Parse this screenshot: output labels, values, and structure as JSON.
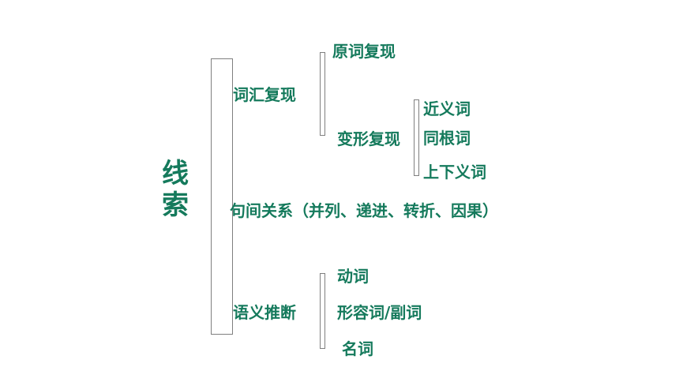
{
  "root": {
    "line1": "线",
    "line2": "索"
  },
  "level1": {
    "vocab": "词汇复现",
    "sentence": "句间关系（并列、递进、转折、因果）",
    "semantic": "语义推断"
  },
  "vocab_children": {
    "original": "原词复现",
    "variant": "变形复现"
  },
  "variant_children": {
    "synonym": "近义词",
    "cognate": "同根词",
    "hyponym": "上下义词"
  },
  "semantic_children": {
    "verb": "动词",
    "adj_adv": "形容词/副词",
    "noun": "名词"
  },
  "colors": {
    "text": "#157a5c",
    "bracket": "#7f7f7f"
  }
}
